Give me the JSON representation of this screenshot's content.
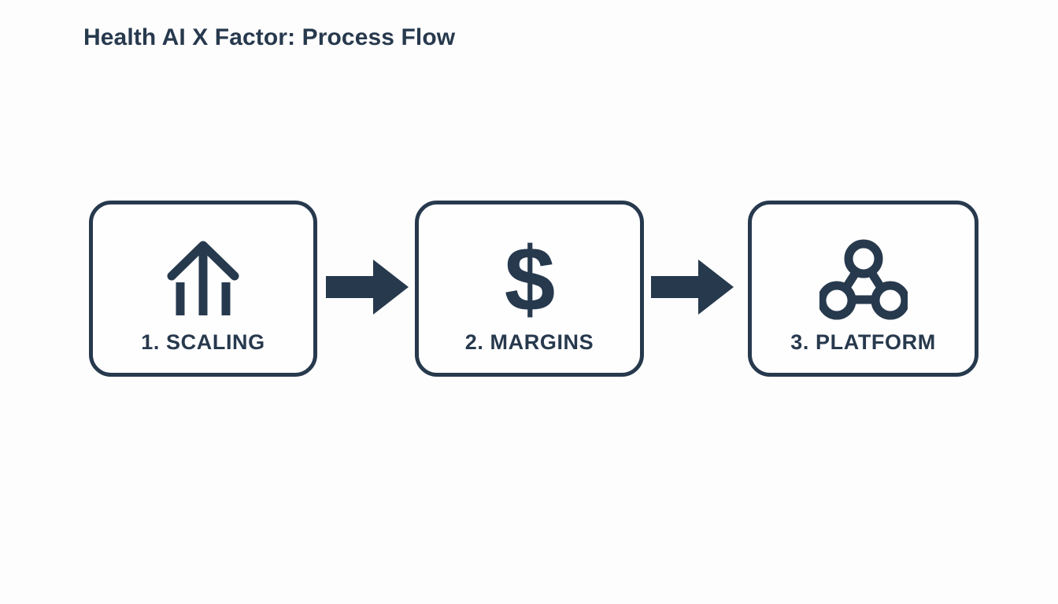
{
  "slide": {
    "title": "Health AI X Factor: Process Flow",
    "background_color": "#fdfdfe",
    "accent_color": "#27394d"
  },
  "flow": {
    "steps": [
      {
        "label": "1. SCALING",
        "icon": "growth-arrow-up-icon",
        "order": 1
      },
      {
        "label": "2. MARGINS",
        "icon": "dollar-sign-icon",
        "order": 2
      },
      {
        "label": "3. PLATFORM",
        "icon": "network-nodes-icon",
        "order": 3
      }
    ],
    "connectors": [
      {
        "name": "arrow-right-icon",
        "from": "1. SCALING",
        "to": "2. MARGINS"
      },
      {
        "name": "arrow-right-icon",
        "from": "2. MARGINS",
        "to": "3. PLATFORM"
      }
    ]
  }
}
